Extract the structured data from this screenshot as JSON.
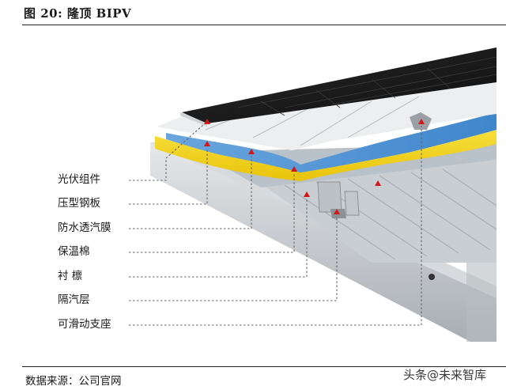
{
  "figure": {
    "title": "图 20:  隆顶 BIPV"
  },
  "layers": [
    {
      "id": "pv",
      "label": "光伏组件"
    },
    {
      "id": "steel",
      "label": "压型钢板"
    },
    {
      "id": "membrane",
      "label": "防水透汽膜"
    },
    {
      "id": "insulation",
      "label": "保温棉"
    },
    {
      "id": "purlin",
      "label": "衬 檩"
    },
    {
      "id": "vapor",
      "label": "隔汽层"
    },
    {
      "id": "support",
      "label": "可滑动支座"
    }
  ],
  "source": "数据来源：公司官网",
  "watermark": "头条@未来智库",
  "colors": {
    "pv": "#1c1c1c",
    "membrane": "#4f95d6",
    "insulation": "#f2d21a",
    "steel": "#c8ccd0",
    "marker": "#d01818",
    "leader": "#666666"
  }
}
